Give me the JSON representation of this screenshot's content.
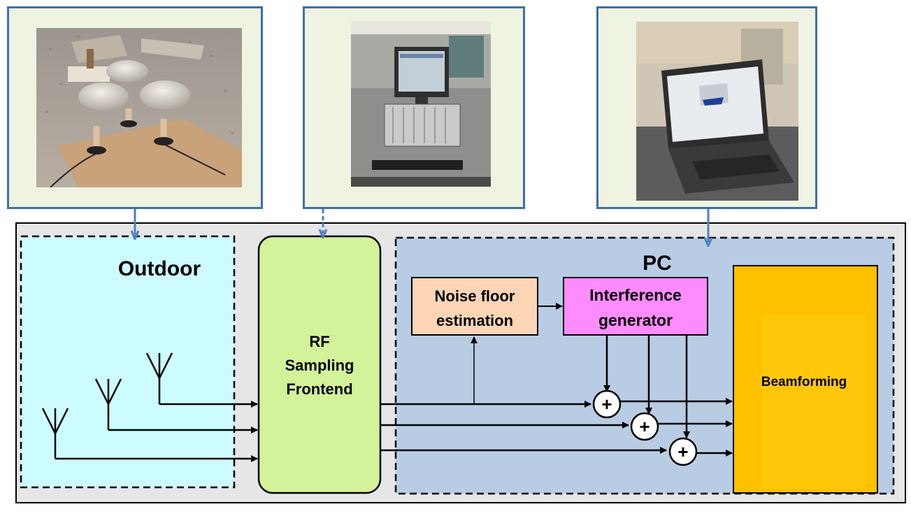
{
  "outdoor_label": "Outdoor",
  "pc_label": "PC",
  "rf_frontend": {
    "line1": "RF",
    "line2": "Sampling",
    "line3": "Frontend"
  },
  "noise_floor": {
    "line1": "Noise floor",
    "line2": "estimation"
  },
  "interference": {
    "line1": "Interference",
    "line2": "generator"
  },
  "beamforming_label": "Beamforming",
  "adder_symbol": "+",
  "colors": {
    "outdoor_fill": "#ccfcff",
    "pc_fill": "#b8cce4",
    "rf_fill": "#d4f29a",
    "noise_fill": "#fbd5b5",
    "interference_fill": "#ff8cff",
    "beamforming_fill": "#ffc000",
    "outer_fill": "#e6e6e6",
    "photo_border": "#3f6fa8",
    "arrow_blue": "#4f81bd"
  },
  "photos": {
    "left": "outdoor antenna array photo",
    "middle": "RF sampling instrument rack photo",
    "right": "laptop PC photo"
  }
}
